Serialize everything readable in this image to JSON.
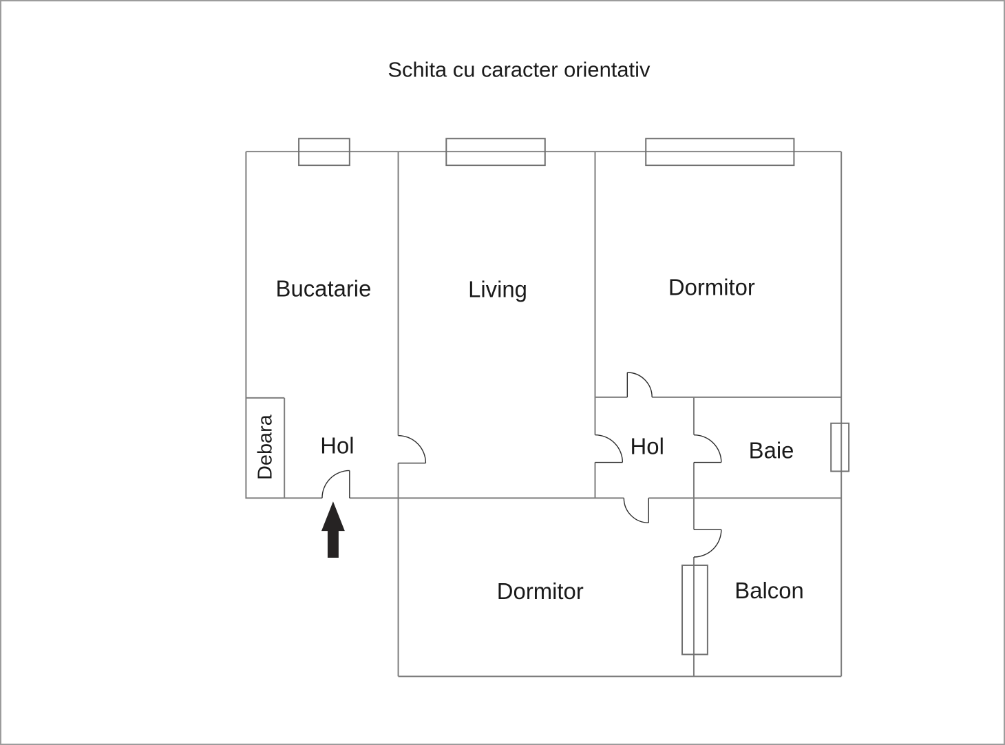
{
  "title": "Schita cu caracter orientativ",
  "rooms": {
    "bucatarie": {
      "label": "Bucatarie"
    },
    "living": {
      "label": "Living"
    },
    "dormitor_top": {
      "label": "Dormitor"
    },
    "debara": {
      "label": "Debara"
    },
    "hol_left": {
      "label": "Hol"
    },
    "hol_right": {
      "label": "Hol"
    },
    "baie": {
      "label": "Baie"
    },
    "dormitor_bottom": {
      "label": "Dormitor"
    },
    "balcon": {
      "label": "Balcon"
    }
  },
  "icons": {
    "entrance_arrow": "up-arrow"
  },
  "colors": {
    "background": "#ffffff",
    "page_border": "#9c9c9c",
    "wall": "#7d7d7d",
    "door": "#2b2b2b",
    "arrow": "#262323",
    "text": "#1a1a1a"
  },
  "symbols": {
    "windows_count": 5,
    "doors_count": 7
  }
}
